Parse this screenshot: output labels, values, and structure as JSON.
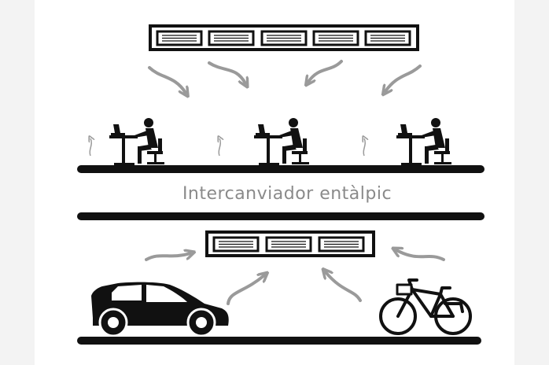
{
  "diagram": {
    "label": "Intercanviador entàlpic",
    "colors": {
      "ink": "#111111",
      "arrow": "#9a9a9a",
      "label": "#8a8a8a",
      "background": "#ffffff"
    },
    "upper_unit_vents": 5,
    "lower_unit_vents": 3,
    "workstations": 3,
    "icons": [
      "vent-unit-icon",
      "person-desk-laptop-icon",
      "warm-air-arrow-icon",
      "airflow-arrow-icon",
      "car-icon",
      "bicycle-icon"
    ]
  }
}
